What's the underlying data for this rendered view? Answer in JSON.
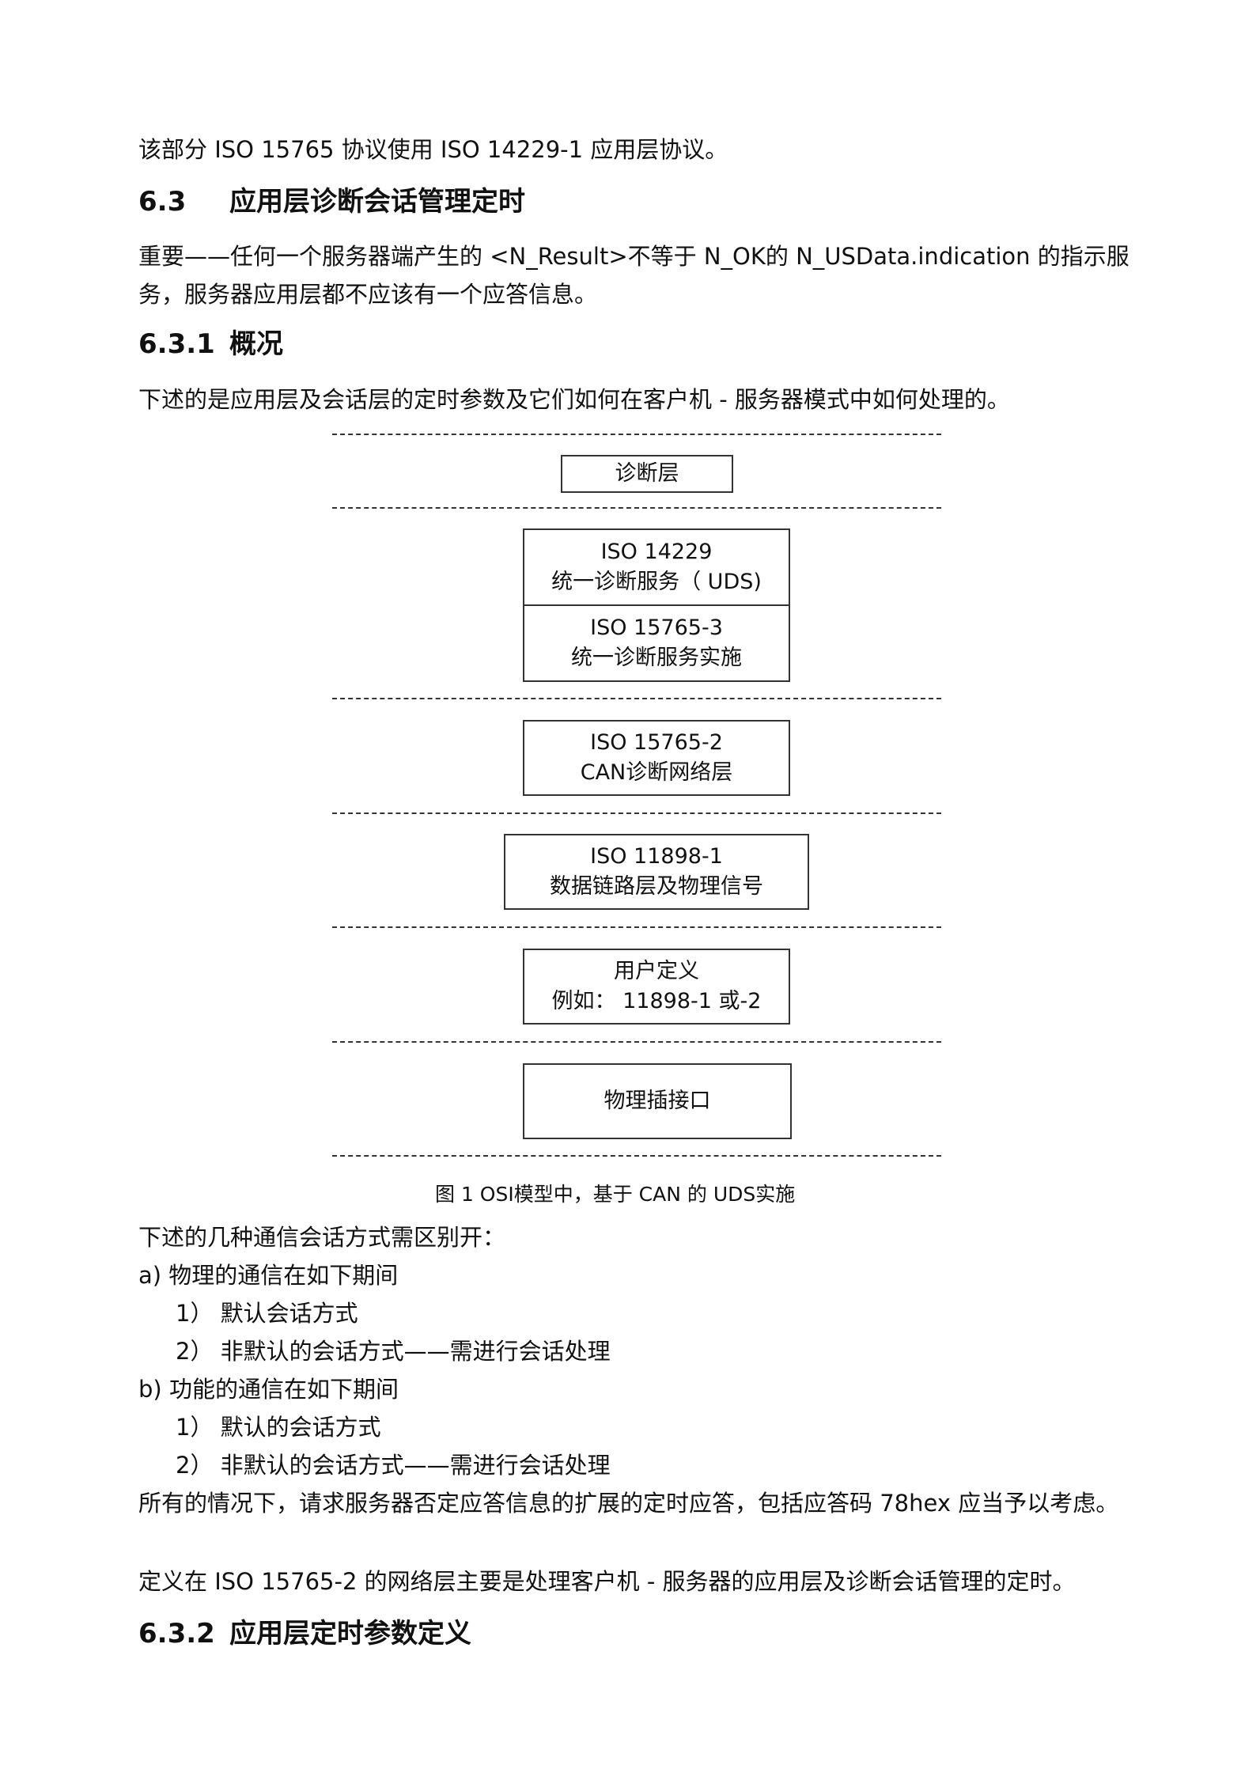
{
  "intro": "该部分 ISO 15765 协议使用 ISO 14229-1 应用层协议。",
  "sec63": {
    "num": "6.3",
    "title": "应用层诊断会话管理定时"
  },
  "important": "重要——任何一个服务器端产生的 <N_Result>不等于 N_OK的 N_USData.indication 的指示服务，服务器应用层都不应该有一个应答信息。",
  "sec631": {
    "num": "6.3.1",
    "title": "概况"
  },
  "overview": "下述的是应用层及会话层的定时参数及它们如何在客户机 - 服务器模式中如何处理的。",
  "diagram": {
    "b_diag": "诊断层",
    "b_uds_l1": "ISO 14229",
    "b_uds_l2": "统一诊断服务（ UDS)",
    "b_impl_l1": "ISO 15765-3",
    "b_impl_l2": "统一诊断服务实施",
    "b_net_l1": "ISO 15765-2",
    "b_net_l2": "CAN诊断网络层",
    "b_dl_l1": "ISO 11898-1",
    "b_dl_l2": "数据链路层及物理信号",
    "b_user_l1": "用户定义",
    "b_user_l2": "例如： 11898-1 或-2",
    "b_phys": "物理插接口"
  },
  "caption": "图 1 OSI模型中，基于 CAN 的 UDS实施",
  "list": {
    "lead": "下述的几种通信会话方式需区别开：",
    "a": "a) 物理的通信在如下期间",
    "a1": "1） 默认会话方式",
    "a2": "2） 非默认的会话方式——需进行会话处理",
    "b": "b) 功能的通信在如下期间",
    "b1": "1） 默认的会话方式",
    "b2": "2） 非默认的会话方式——需进行会话处理"
  },
  "para_all": "所有的情况下，请求服务器否定应答信息的扩展的定时应答，包括应答码 78hex 应当予以考虑。",
  "para_def": "定义在 ISO 15765-2 的网络层主要是处理客户机 - 服务器的应用层及诊断会话管理的定时。",
  "sec632": {
    "num": "6.3.2",
    "title": "应用层定时参数定义"
  }
}
